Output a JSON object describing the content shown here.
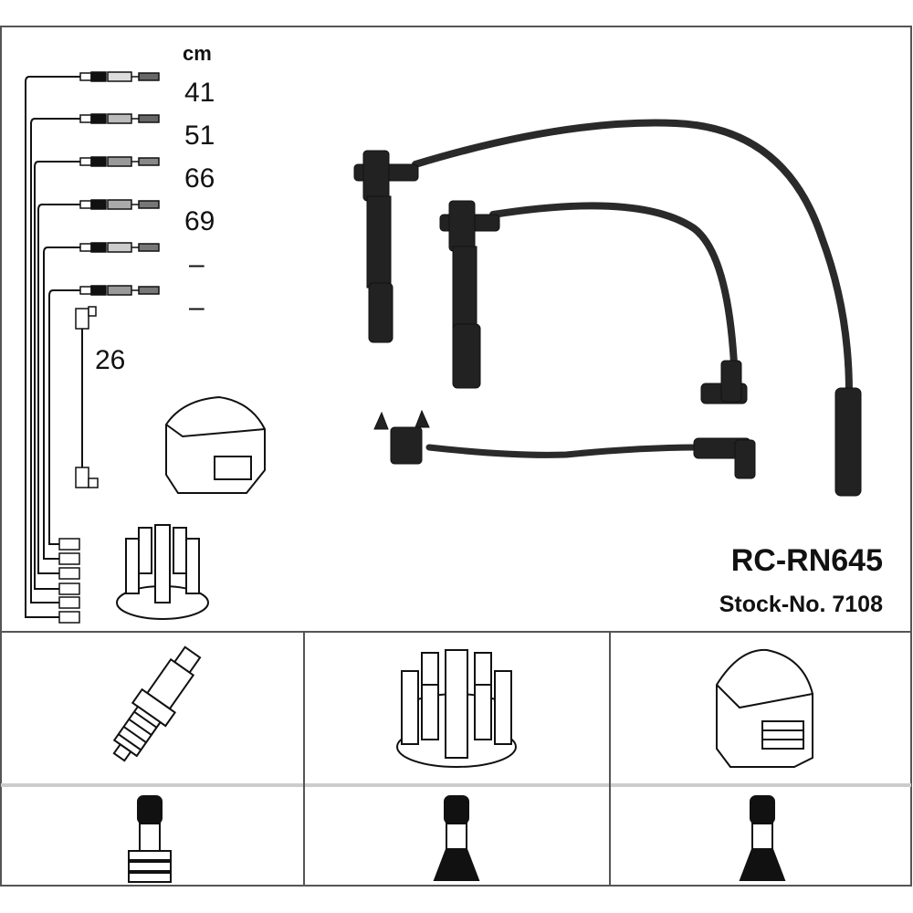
{
  "header": {
    "unit": "cm"
  },
  "cable_lengths": [
    "41",
    "51",
    "66",
    "69",
    "–",
    "–"
  ],
  "coil_cable_length": "26",
  "product": {
    "model": "RC-RN645",
    "stock_number": "Stock-No. 7108"
  },
  "components": {
    "row1": [
      "spark-plug",
      "distributor-cap",
      "ignition-coil"
    ],
    "row2": [
      "spark-plug-boot-straight",
      "distributor-boot-tapered",
      "coil-boot-tapered"
    ]
  },
  "colors": {
    "line": "#111111",
    "frame": "#555555",
    "background": "#ffffff"
  }
}
